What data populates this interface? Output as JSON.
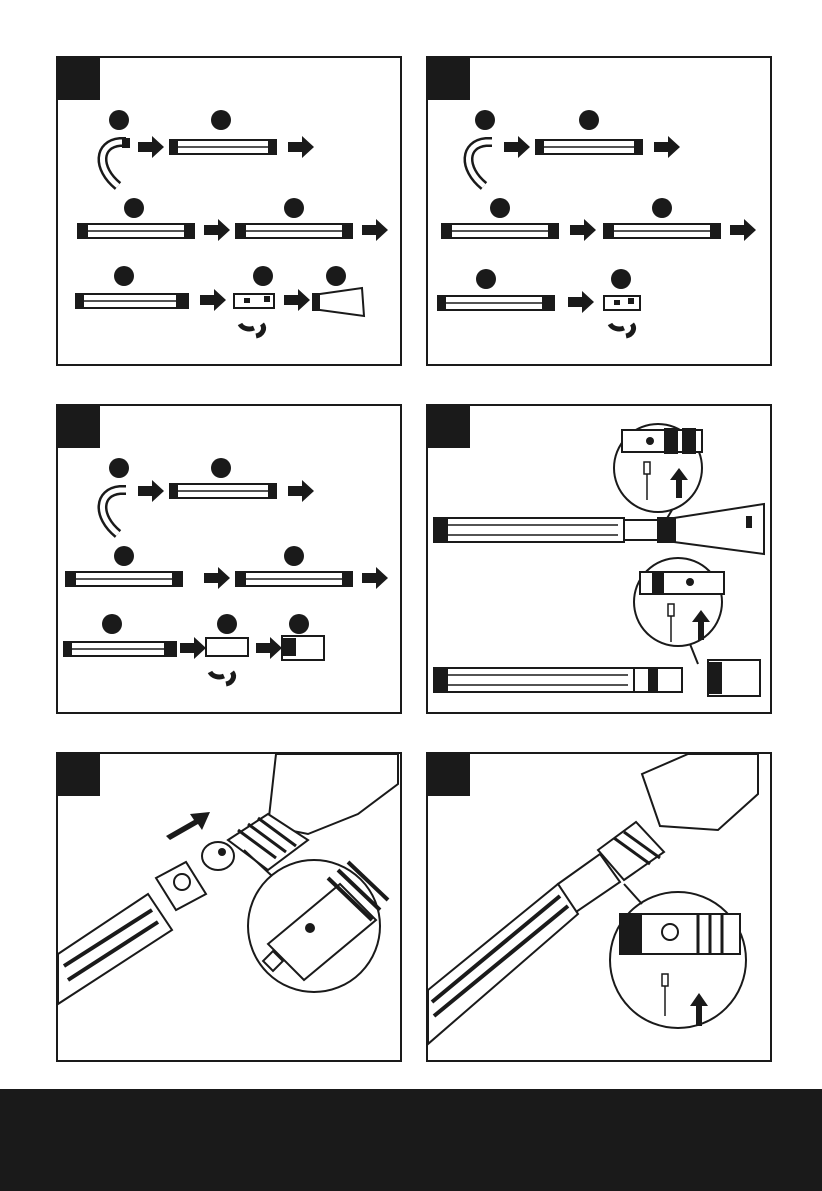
{
  "page": {
    "panels": [
      {
        "id": "fig-1",
        "step_label": "",
        "content": "assembly-sequence-with-nozzle"
      },
      {
        "id": "fig-2",
        "step_label": "",
        "content": "assembly-sequence-short"
      },
      {
        "id": "fig-3",
        "step_label": "",
        "content": "assembly-sequence-with-vacuum-nozzle"
      },
      {
        "id": "fig-4",
        "step_label": "",
        "content": "tube-lock-detail"
      },
      {
        "id": "fig-5",
        "step_label": "",
        "content": "tube-insert-into-blower"
      },
      {
        "id": "fig-6",
        "step_label": "",
        "content": "tube-secure-to-blower"
      }
    ],
    "colors": {
      "ink": "#1a1a1a",
      "paper": "#ffffff",
      "footer": "#1a1a1a"
    }
  }
}
